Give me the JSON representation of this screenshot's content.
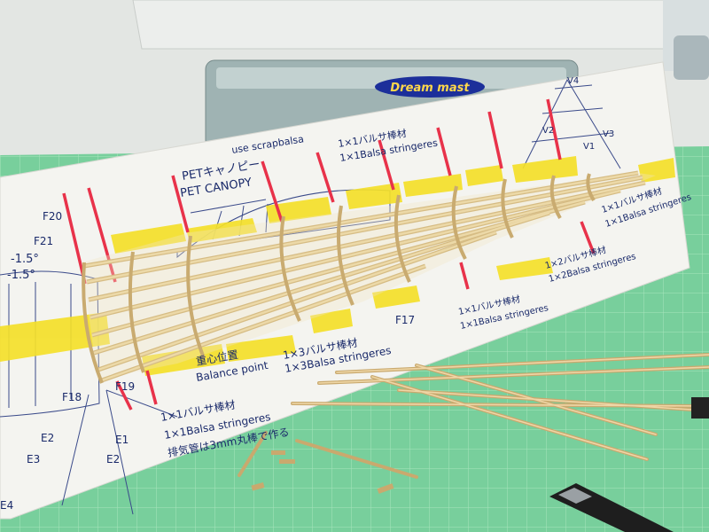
{
  "plan": {
    "title_jp": "PETキャノピー",
    "title_en": "PET CANOPY",
    "note_top": "use scrapbalsa",
    "note_stringer_top_jp": "1×1バルサ棒材",
    "note_stringer_top_en": "1×1Balsa stringeres",
    "note_right_jp": "1×1バルサ棒材",
    "note_right_en": "1×1Balsa stringeres",
    "note_mid_right_jp": "1×2バルサ棒材",
    "note_mid_right_en": "1×2Balsa stringeres",
    "note_mid_jp": "1×1バルサ棒材",
    "note_mid_en": "1×1Balsa stringeres",
    "balance_jp": "重心位置",
    "balance_en": "Balance point",
    "stringer_3_jp": "1×3バルサ棒材",
    "stringer_3_en": "1×3Balsa stringeres",
    "bottom_note_1_jp": "1×1バルサ棒材",
    "bottom_note_1_en": "1×1Balsa stringeres",
    "bottom_note_2_jp": "排気管は3mm丸棒で作る",
    "angle_1": "-1.5°",
    "angle_2": "-1.5°",
    "labels": {
      "f20": "F20",
      "f21": "F21",
      "f19": "F19",
      "f18": "F18",
      "f17": "F17",
      "e1": "E1",
      "e2a": "E2",
      "e2b": "E2",
      "e3": "E3",
      "e4": "E4",
      "v1": "V1",
      "v2": "V2",
      "v3": "V3",
      "v4": "V4"
    }
  },
  "box_label": "Dream mast",
  "colors": {
    "mat": "#78cf9c",
    "paper": "#f4f4f0",
    "tape": "#f4e02a",
    "marker": "#e8324a",
    "balsa": "#e6cf9c",
    "ink": "#1a2a6a"
  }
}
